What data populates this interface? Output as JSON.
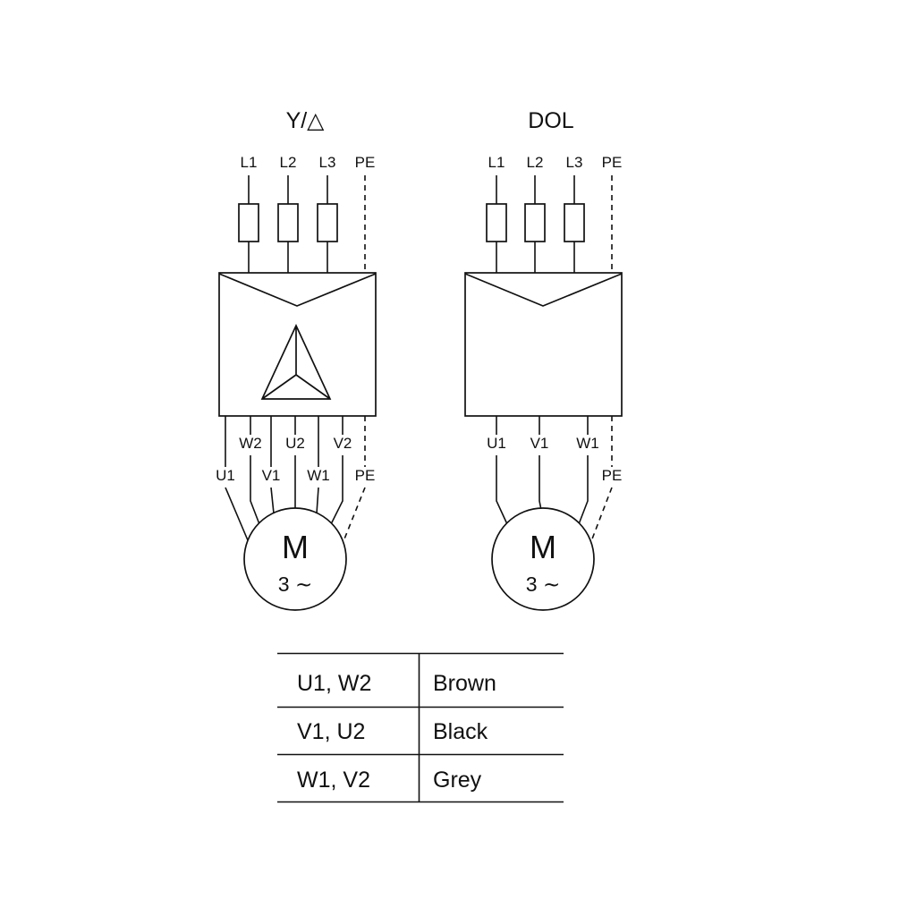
{
  "diagrams": {
    "star_delta": {
      "title": "Y/△",
      "supply_labels": [
        "L1",
        "L2",
        "L3",
        "PE"
      ],
      "output_row1": [
        "W2",
        "U2",
        "V2"
      ],
      "output_row2": [
        "U1",
        "V1",
        "W1",
        "PE"
      ],
      "motor": {
        "letter": "M",
        "phases": "3 ∼"
      }
    },
    "dol": {
      "title": "DOL",
      "supply_labels": [
        "L1",
        "L2",
        "L3",
        "PE"
      ],
      "output_row1": [
        "U1",
        "V1",
        "W1"
      ],
      "output_pe": "PE",
      "motor": {
        "letter": "M",
        "phases": "3 ∼"
      }
    }
  },
  "table": {
    "rows": [
      {
        "terminals": "U1, W2",
        "color": "Brown"
      },
      {
        "terminals": "V1, U2",
        "color": "Black"
      },
      {
        "terminals": "W1, V2",
        "color": "Grey"
      }
    ]
  },
  "style": {
    "line_color": "#111111",
    "background": "#ffffff"
  }
}
